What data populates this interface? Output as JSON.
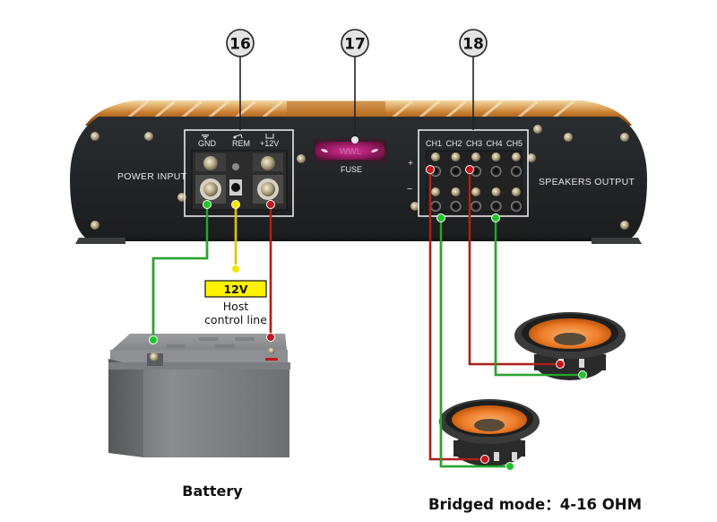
{
  "callouts": [
    {
      "number": "16",
      "target": "power-input-terminal"
    },
    {
      "number": "17",
      "target": "fuse"
    },
    {
      "number": "18",
      "target": "speaker-output-terminal"
    }
  ],
  "amplifier": {
    "power_input_label": "POWER INPUT",
    "speakers_output_label": "SPEAKERS OUTPUT",
    "fuse_label": "FUSE",
    "fuse_marking": "WWL",
    "power_terminals": [
      {
        "label": "GND",
        "icon": "ground-icon",
        "wire_color": "#22c32a"
      },
      {
        "label": "REM",
        "icon": "switch-icon",
        "wire_color": "#f5e400"
      },
      {
        "label": "+12V",
        "icon": "battery-plus-icon",
        "wire_color": "#c4151b"
      }
    ],
    "speaker_channels": [
      "CH1",
      "CH2",
      "CH3",
      "CH4",
      "CH5"
    ],
    "polarity_plus": "+",
    "polarity_minus": "−"
  },
  "remote": {
    "voltage_badge": "12V",
    "description_line1": "Host",
    "description_line2": "control line",
    "badge_color": "#fff200"
  },
  "battery": {
    "caption": "Battery"
  },
  "speakers": {
    "caption": "Bridged mode：4-16 OHM",
    "count": 2
  },
  "colors": {
    "ground_wire": "#22c32a",
    "positive_wire": "#c4151b",
    "remote_wire": "#f5e400",
    "dark_wire_red": "#8b1a10",
    "dark_wire_green": "#0e7a14"
  }
}
